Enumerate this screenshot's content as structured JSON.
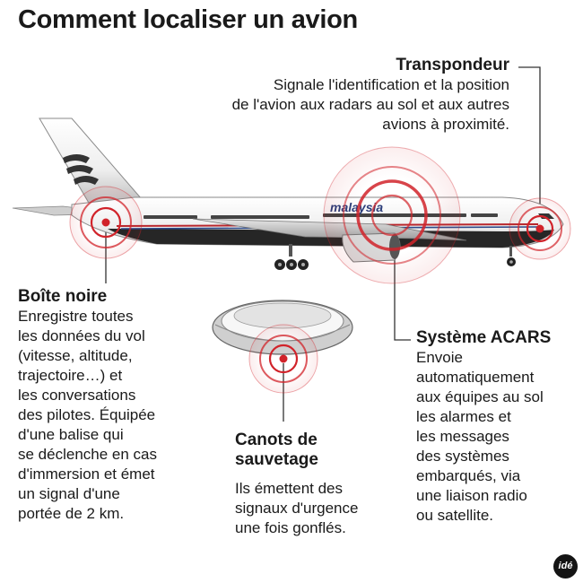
{
  "title": "Comment localiser un avion",
  "airline_logo_text": "malaysia",
  "publisher_logo": "idé",
  "colors": {
    "signal_red": "#d1232a",
    "fuselage": "#f2f2f2",
    "dark_gray": "#3a3a3a"
  },
  "callouts": {
    "transpondeur": {
      "heading": "Transpondeur",
      "lines": [
        "Signale l'identification et la position",
        "de l'avion aux radars au sol et aux autres",
        "avions à proximité."
      ]
    },
    "boite_noire": {
      "heading": "Boîte noire",
      "lines": [
        "Enregistre toutes",
        "les données du vol",
        "(vitesse, altitude,",
        "trajectoire…) et",
        "les conversations",
        "des pilotes. Équipée",
        "d'une balise qui",
        "se déclenche en cas",
        "d'immersion et émet",
        "un signal d'une",
        "portée de 2 km."
      ]
    },
    "canots": {
      "heading_lines": [
        "Canots de",
        "sauvetage"
      ],
      "lines": [
        "Ils émettent des",
        "signaux d'urgence",
        "une fois gonflés."
      ]
    },
    "acars": {
      "heading": "Système ACARS",
      "lines": [
        "Envoie",
        "automatiquement",
        "aux équipes au sol",
        "les alarmes et",
        "les messages",
        "des systèmes",
        "embarqués, via",
        "une liaison radio",
        "ou satellite."
      ]
    }
  }
}
